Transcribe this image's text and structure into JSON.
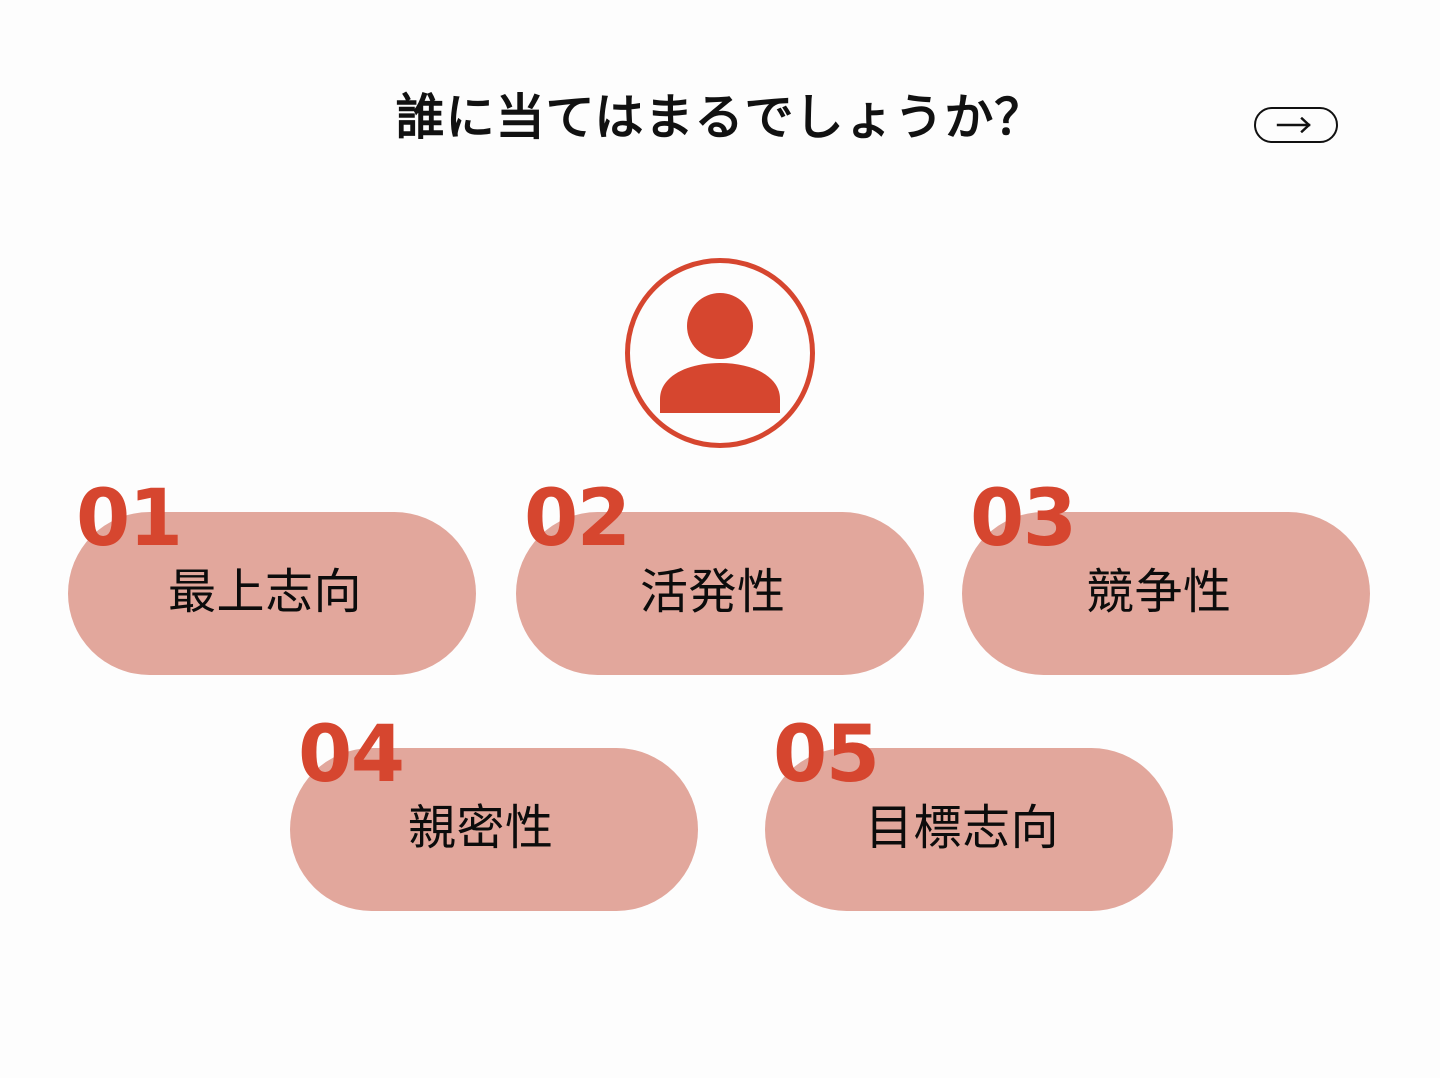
{
  "page": {
    "background_color": "#fdfdfd",
    "accent_color": "#d6462f",
    "card_color": "#e2a79c",
    "text_color": "#111111"
  },
  "header": {
    "title": "誰に当てはまるでしょうか？",
    "next_button": {
      "icon": "arrow-right-icon",
      "label": ""
    }
  },
  "avatar": {
    "icon": "person-icon",
    "border_color": "#d6462f",
    "fill_color": "#d6462f"
  },
  "cards": [
    {
      "number": "01",
      "label": "最上志向"
    },
    {
      "number": "02",
      "label": "活発性"
    },
    {
      "number": "03",
      "label": "競争性"
    },
    {
      "number": "04",
      "label": "親密性"
    },
    {
      "number": "05",
      "label": "目標志向"
    }
  ]
}
